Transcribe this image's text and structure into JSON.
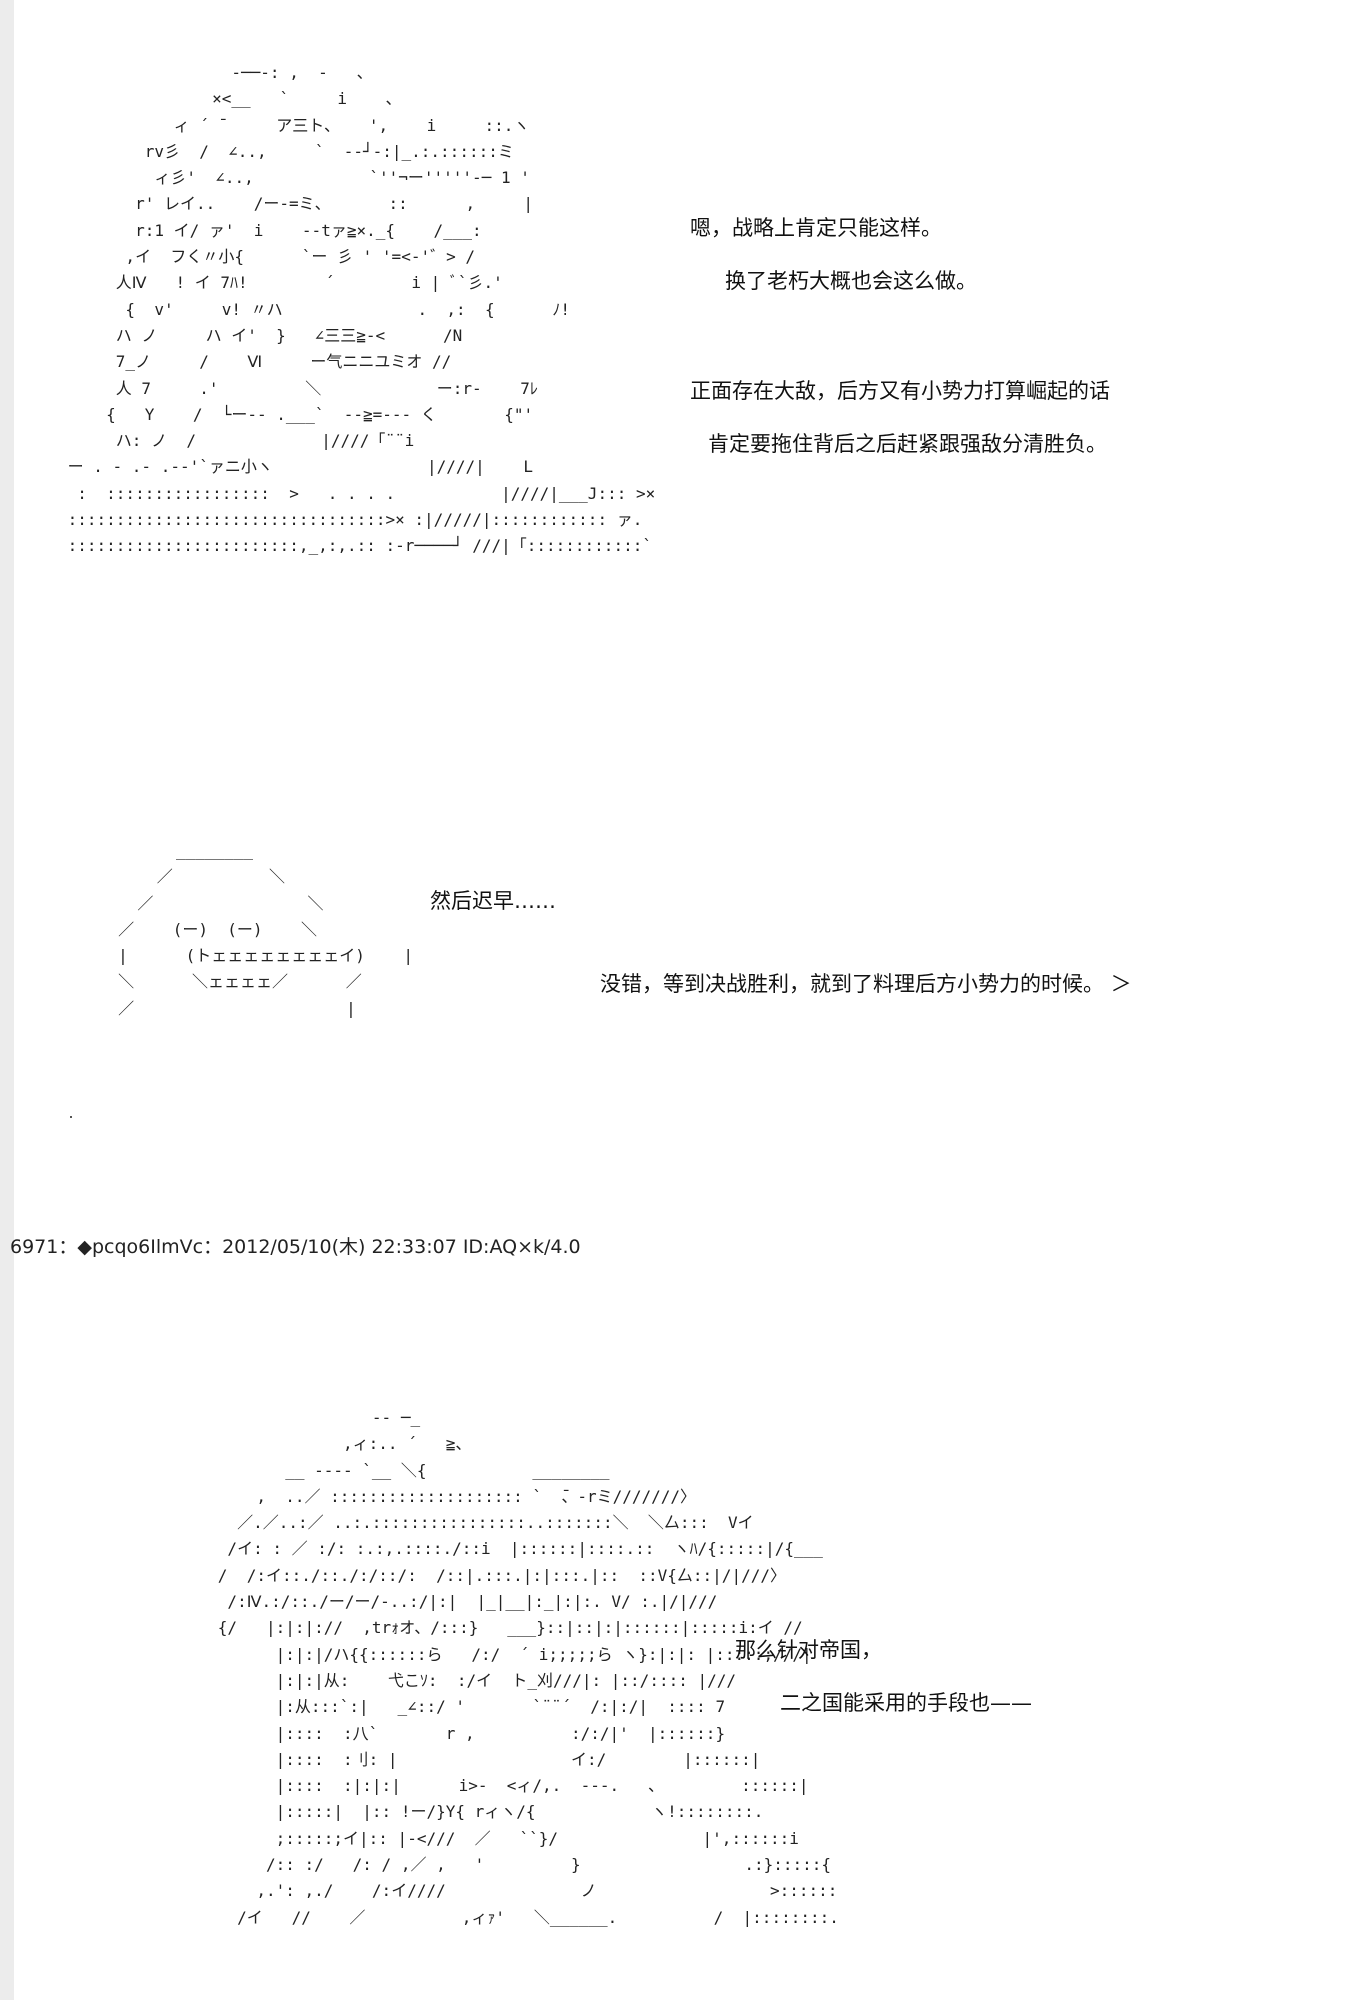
{
  "art": {
    "figure_top": "                  ‐──-: ,  -   、\n                ×<__   `     i    、\n            ィ ´ ̄      ア三ト、   ',    i     ::.ヽ\n         rv彡  /  ∠..,     `  ‐‐┘-:|_.:.::::::ミ\n          ィ彡'  ∠..,            `''¬ー'''''‐─ 1 '\n        r' レイ..    /ー‐=ミ、      ::      ,     |\n        r:1 イ/ ァ'  i    ‐‐tァ≧×._{    /___:\n       ,イ  フく〃小{      `ー 彡 ' '=<‐'゛> /\n      人Ⅳ   ! イ 7ﾊ!        ´        i | ﾞ`彡.'\n       {  v'     v! 〃ハ              .  ,:  {      ﾉ!\n      ハ ノ     ハ イ'  }   ∠三三≧-<      /N\n      7_ノ     /    Ⅵ     ー气ニニユミオ //\n      人 7     .'         ＼            ー:r-    7ﾚ\n     {   Y    /  └ー-- .___`  --≧=--- く       {\"'\n      ハ: ノ  /             |////「¨¨i\n ー . - .‐ .‐-'`ァニ小ヽ                |////|    L\n  :  :::::::::::::::::  >   . . . .           |////|___J::: >×\n :::::::::::::::::::::::::::::::::>× :|/////|:::::::::::: ァ.\n ::::::::::::::::::::::::,_,:,.:: :-r────┘ ///|「::::::::::::`",
    "figure_middle": "           ________\n         ／          ＼\n       ／                ＼\n     ／    (ー)  (ー)    ＼\n     |      (トェェェェェェェェイ)    |\n     ＼      ＼ェェェェ／      ／\n     ／                      |",
    "figure_bottom": "                      -- ─_\n                   ,ィ:.. ´   ≧、\n             __ ---- `__ ＼{           ________\n          ,  ..／ :::::::::::::::::::: `  ̄、-rミ///////〉\n        ／.／..:／ ..:.::::::::::::::::..:::::::＼  ＼厶:::  Vイ\n       /イ: : ／ :/: :.:,.::::./::i  |::::::|::::.::  ヽﾊ/{:::::|/{___\n      /  /:イ::./::./:/::/:  /::|.:::.|:|:::.|::  ::V{厶::|/|///〉\n       /:Ⅳ.:/::./ー/ー/-..:/|:|  |_|__|:_|:|:. V/ :.|/|///\n      {/   |:|:|://  ,trｫオ、/:::}   ___}::|::|:|::::::|:::::i:イ //\n            |:|:|/ハ{{::::::ら   /:/  ´ i;;;;;ら ヽ}:|:|: |:::::;///|\n            |:|:|从:    弋こｿ:  :/イ  ト_刈///|: |::/:::: |///\n            |:从:::`:|   _∠::/ '       `¨¨´  /:|:/|  :::: 7\n            |::::  :八`       r ,          :/:/|'  |::::::}\n            |::::  :刂: |                  イ:/        |::::::|\n            |::::  :|:|:|      i>-  <ィ/,.  -‐-.   、        ::::::|\n            |:::::|  |:: !ー/}Y{ rィヽ/{            ヽ!::::::::.\n            ;:::::;イ|:: |-<///  ／   ``}/               |',::::::i\n           /:: :/   /: / ,／ ,   '         }                 .:}:::::{\n          ,.': ,./    /:イ////              ノ                  >::::::\n        /イ   //    ／          ,ィｧ'   ＼______.          /  |::::::::."
  },
  "post": {
    "header": "6971：◆pcqo6IlmVc：2012/05/10(木) 22:33:07 ID:AQ×k/4.0"
  },
  "dialogue": {
    "line1": "嗯，战略上肯定只能这样。",
    "line2": "换了老朽大概也会这么做。",
    "line3": "正面存在大敌，后方又有小势力打算崛起的话",
    "line4": "肯定要拖住背后之后赶紧跟强敌分清胜负。",
    "line5": "然后迟早……",
    "line6": "没错，等到决战胜利，就到了料理后方小势力的时候。 ＞",
    "line7": "那么针对帝国，",
    "line8": "二之国能采用的手段也——"
  }
}
